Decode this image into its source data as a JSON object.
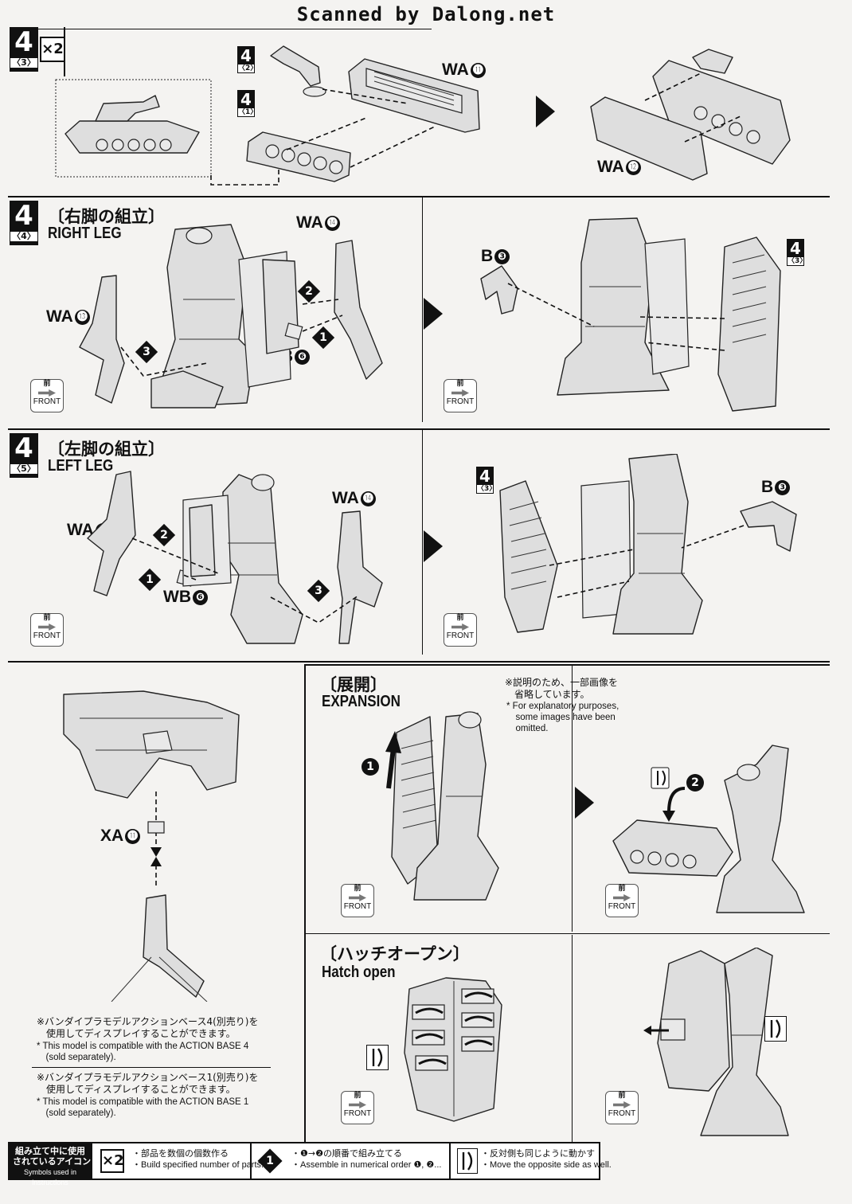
{
  "header": {
    "scan_credit": "Scanned by Dalong.net"
  },
  "step43": {
    "number": "4",
    "sub": "〈3〉",
    "multiplier": "×2",
    "ref_a": {
      "number": "4",
      "sub": "〈2〉"
    },
    "ref_b": {
      "number": "4",
      "sub": "〈1〉"
    },
    "part_a": "WA",
    "part_a_num": "⓫",
    "part_b": "WA",
    "part_b_num": "⓬"
  },
  "step44": {
    "number": "4",
    "sub": "〈4〉",
    "title_jp": "〔右脚の組立〕",
    "title_en": "RIGHT LEG",
    "parts": [
      {
        "name": "WA",
        "num": "⓮"
      },
      {
        "name": "WA",
        "num": "⓭"
      },
      {
        "name": "WB",
        "num": "❻"
      },
      {
        "name": "B",
        "num": "❸"
      }
    ],
    "ref": {
      "number": "4",
      "sub": "〈3〉"
    },
    "order": [
      "1",
      "2",
      "3"
    ]
  },
  "step45": {
    "number": "4",
    "sub": "〈5〉",
    "title_jp": "〔左脚の組立〕",
    "title_en": "LEFT LEG",
    "parts": [
      {
        "name": "WA",
        "num": "⓮"
      },
      {
        "name": "WA",
        "num": "⓭"
      },
      {
        "name": "WB",
        "num": "❻"
      },
      {
        "name": "B",
        "num": "❸"
      }
    ],
    "ref": {
      "number": "4",
      "sub": "〈3〉"
    },
    "order": [
      "1",
      "2",
      "3"
    ]
  },
  "front_icon": {
    "kanji": "前",
    "label": "FRONT"
  },
  "base_section": {
    "part": "XA",
    "part_num": "⓫",
    "notes": [
      {
        "jp": "※バンダイプラモデルアクションベース4(別売り)を\n　使用してディスプレイすることができます。",
        "en": "* This model is compatible with the ACTION BASE 4\n　(sold separately)."
      },
      {
        "jp": "※バンダイプラモデルアクションベース1(別売り)を\n　使用してディスプレイすることができます。",
        "en": "* This model is compatible with the ACTION BASE 1\n　(sold separately)."
      }
    ]
  },
  "expansion": {
    "title_jp": "〔展開〕",
    "title_en": "EXPANSION",
    "note_jp": "※説明のため、一部画像を\n　省略しています。",
    "note_en": "* For explanatory purposes,\n　some images have been\n　omitted.",
    "order": [
      "1",
      "2"
    ]
  },
  "hatch": {
    "title_jp": "〔ハッチオープン〕",
    "title_en": "Hatch open"
  },
  "legend": {
    "title_jp": "組み立て中に使用\nされているアイコン",
    "title_en": "Symbols used in instructions",
    "icon1_label": "×2",
    "icon1_jp": "・部品を数個の個数作る",
    "icon1_en": "・Build specified number of parts.",
    "icon2_label": "1",
    "icon2_jp": "・❶→❷の順番で組み立てる",
    "icon2_en": "・Assemble in numerical order ❶, ❷...",
    "icon3_jp": "・反対側も同じように動かす",
    "icon3_en": "・Move the opposite side as well."
  }
}
